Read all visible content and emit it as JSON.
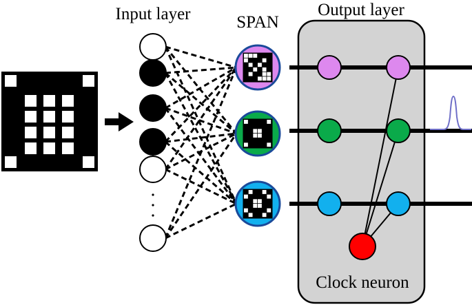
{
  "labels": {
    "input_layer": "Input layer",
    "span": "SPAN",
    "output_layer": "Output layer",
    "clock_neuron": "Clock neuron",
    "ellipsis": "·  ·  ·"
  },
  "colors": {
    "purple": "#dd88ee",
    "green": "#0aaa4a",
    "blue": "#12b0ee",
    "red": "#ff0000",
    "box_fill": "#d3d3d3",
    "pulse": "#6f6fc8"
  },
  "input_neurons": [
    "white",
    "black",
    "black",
    "black",
    "white",
    "white"
  ],
  "span_patterns": {
    "purple": [
      [
        1,
        1,
        1,
        0,
        0,
        0
      ],
      [
        1,
        0,
        0,
        0,
        1,
        0
      ],
      [
        0,
        1,
        0,
        1,
        0,
        0
      ],
      [
        0,
        0,
        1,
        0,
        1,
        0
      ],
      [
        0,
        1,
        0,
        0,
        1,
        1
      ],
      [
        0,
        0,
        0,
        1,
        1,
        1
      ]
    ],
    "green": [
      [
        1,
        0,
        0,
        0,
        0,
        1
      ],
      [
        0,
        0,
        0,
        0,
        0,
        0
      ],
      [
        0,
        0,
        1,
        1,
        0,
        0
      ],
      [
        0,
        0,
        1,
        1,
        0,
        0
      ],
      [
        0,
        0,
        0,
        0,
        0,
        0
      ],
      [
        1,
        0,
        0,
        0,
        0,
        1
      ]
    ],
    "blue": [
      [
        0,
        1,
        0,
        0,
        1,
        0
      ],
      [
        1,
        0,
        0,
        0,
        0,
        1
      ],
      [
        0,
        0,
        1,
        1,
        0,
        0
      ],
      [
        0,
        0,
        1,
        1,
        0,
        0
      ],
      [
        1,
        0,
        0,
        0,
        0,
        1
      ],
      [
        0,
        1,
        0,
        0,
        1,
        0
      ]
    ]
  }
}
